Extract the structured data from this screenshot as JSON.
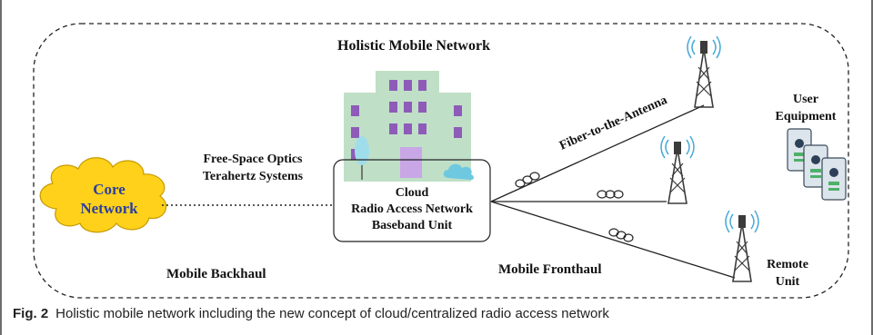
{
  "title": "Holistic Mobile Network",
  "core_network": {
    "line1": "Core",
    "line2": "Network"
  },
  "backhaul_links": {
    "line1": "Free-Space Optics",
    "line2": "Terahertz Systems"
  },
  "bbu": {
    "line1": "Cloud",
    "line2": "Radio Access Network",
    "line3": "Baseband Unit"
  },
  "fiber_label": "Fiber-to-the-Antenna",
  "user_equipment": {
    "line1": "User",
    "line2": "Equipment"
  },
  "remote_unit": {
    "line1": "Remote",
    "line2": "Unit"
  },
  "mobile_backhaul": "Mobile Backhaul",
  "mobile_fronthaul": "Mobile Fronthaul",
  "caption": {
    "label": "Fig. 2",
    "text": "Holistic mobile network including the new concept of cloud/centralized radio access network"
  },
  "colors": {
    "cloud_fill": "#FFD11A",
    "core_text": "#2B3FA0",
    "building": "#BFE0C7",
    "window": "#8E5BB8",
    "door": "#C9A6E6",
    "tree": "#9FDDEB",
    "small_cloud": "#6EC9E0",
    "tower": "#3B3B3B",
    "waves": "#46A9D6"
  }
}
